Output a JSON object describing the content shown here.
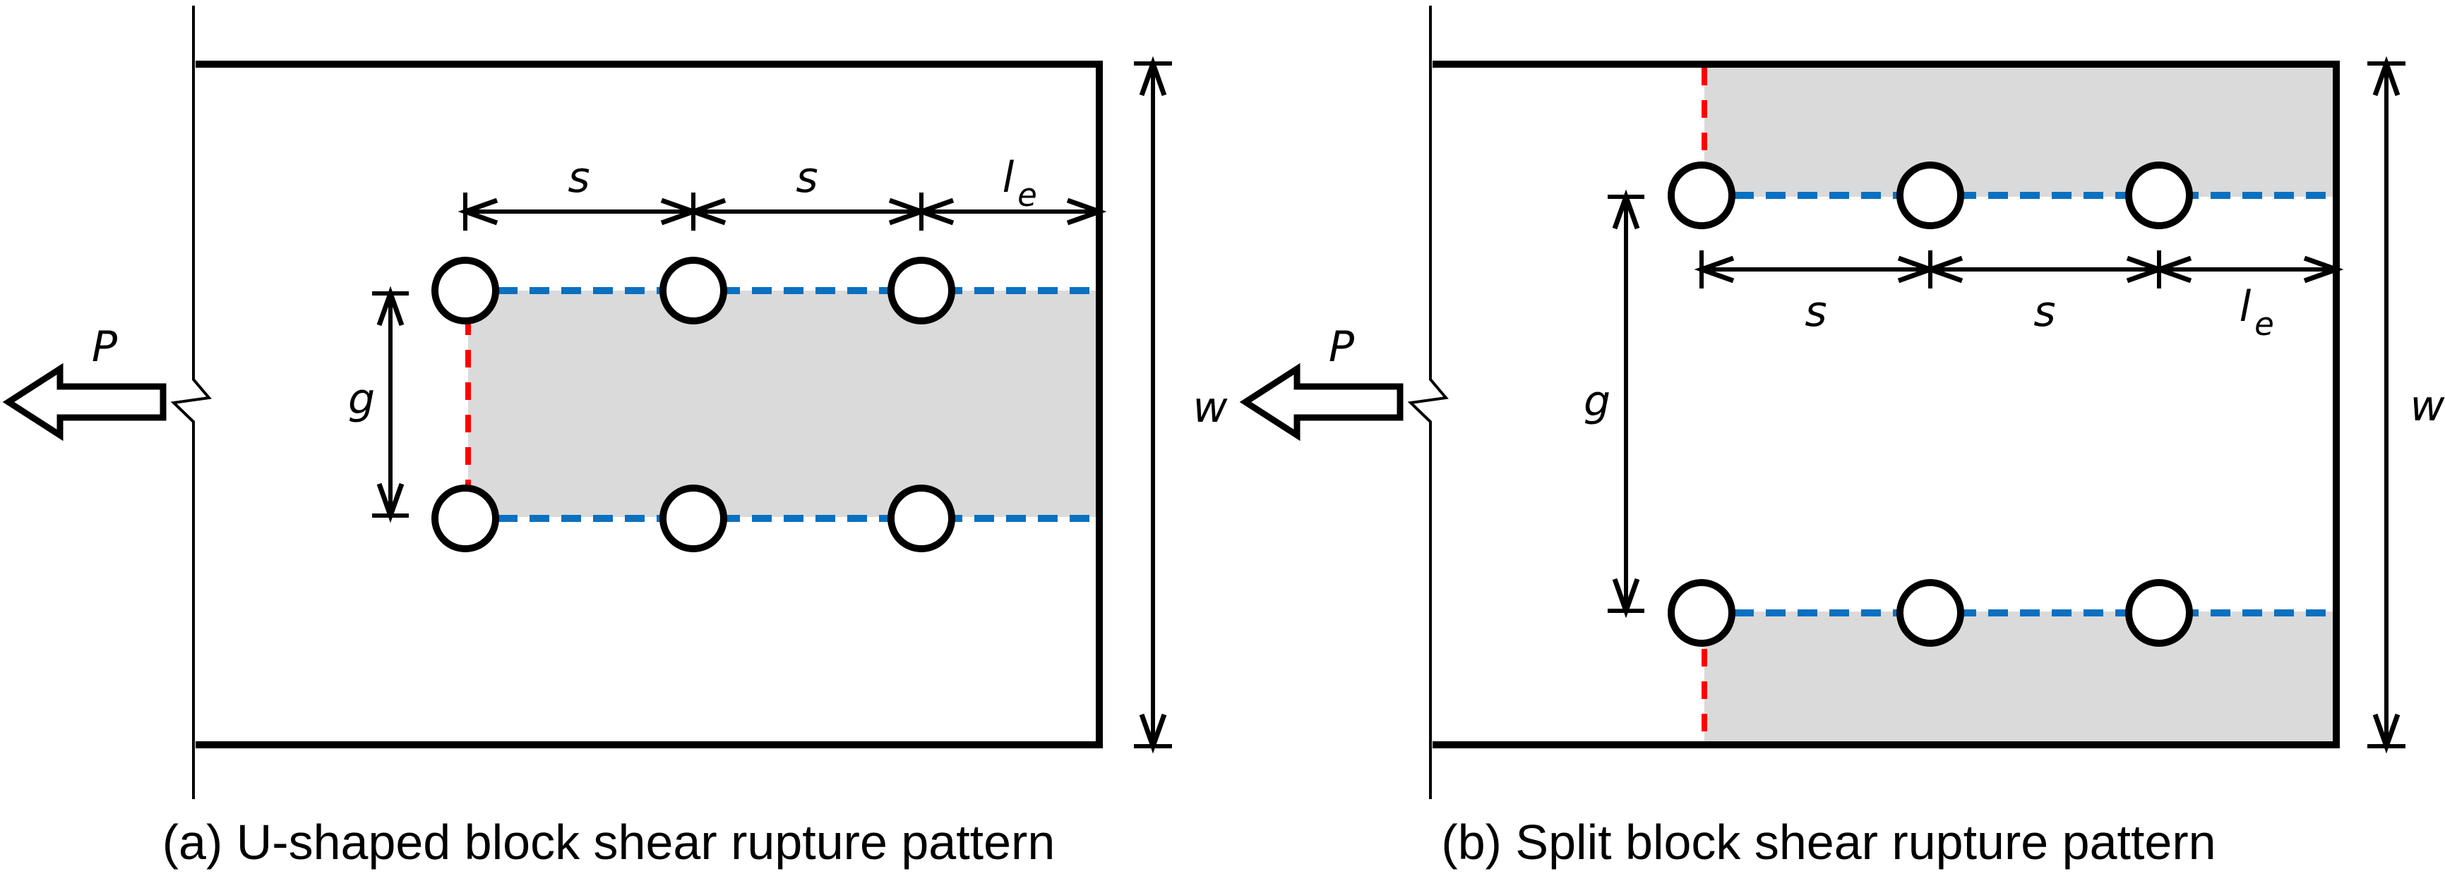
{
  "figure": {
    "background": "#ffffff",
    "colors": {
      "outline_black": "#000000",
      "shear_plane_blue": "#0a70c0",
      "tension_plane_red": "#fe0000",
      "block_fill_gray": "#dadada"
    },
    "diagrams": [
      {
        "id": "a",
        "caption": "(a) U-shaped block shear rupture pattern",
        "labels": {
          "load": "P",
          "pitch_1": "s",
          "pitch_2": "s",
          "edge_distance_base": "l",
          "edge_distance_sub": "e",
          "gauge": "g",
          "plate_width": "w"
        }
      },
      {
        "id": "b",
        "caption": "(b) Split block shear rupture pattern",
        "labels": {
          "load": "P",
          "pitch_1": "s",
          "pitch_2": "s",
          "edge_distance_base": "l",
          "edge_distance_sub": "e",
          "gauge": "g",
          "plate_width": "w"
        }
      }
    ]
  }
}
